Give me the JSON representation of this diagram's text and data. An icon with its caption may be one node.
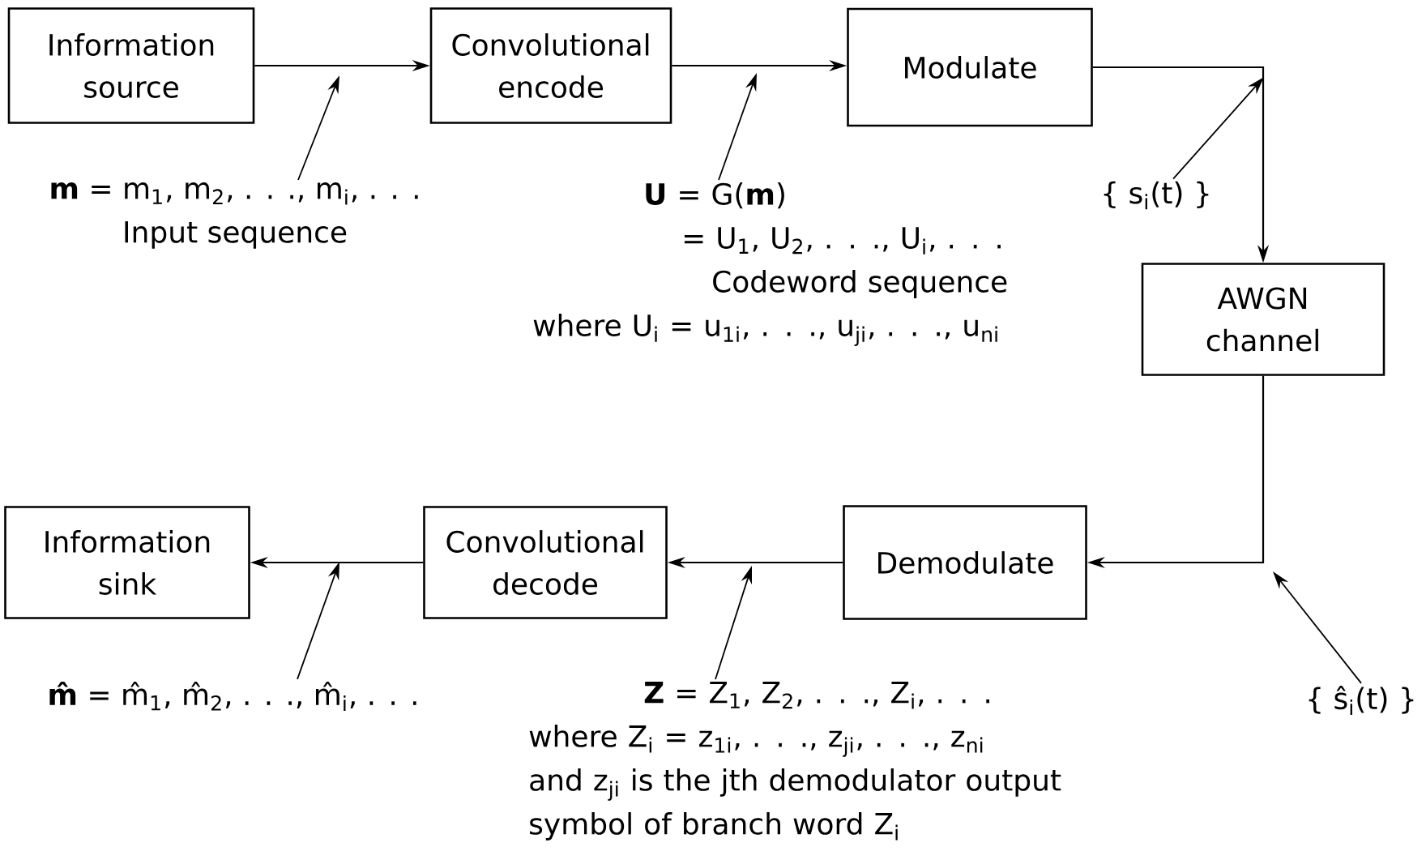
{
  "diagram": {
    "nodes": [
      {
        "text": [
          "Information source"
        ]
      },
      {
        "text": [
          "Convolutional encode"
        ]
      },
      {
        "text": [
          "Modulate"
        ]
      },
      {
        "text": [
          "AWGN channel"
        ]
      },
      {
        "text": [
          "Demodulate"
        ]
      },
      {
        "text": [
          "Convolutional decode"
        ]
      },
      {
        "text": [
          "Information sink"
        ]
      },
      {
        "text": [
          "**m** = m$_{1}$, m$_{2}$, . . ., m$_{i}$, . . .",
          "Input sequence"
        ]
      },
      {
        "text": [
          "**U** = G(**m**)",
          "= U$_{1}$, U$_{2}$, . . ., U$_{i}$, . . .",
          "Codeword sequence",
          "where U$_{i}$ = u$_{1i}$, . . ., u$_{ji}$, . . ., u$_{ni}$"
        ]
      },
      {
        "text": [
          "{ s$_{i}$(t) }"
        ]
      },
      {
        "text": [
          "{ ŝ$_{i}$(t) }"
        ]
      },
      {
        "text": [
          "**m̂** = m̂$_{1}$, m̂$_{2}$, . . ., m̂$_{i}$, . . ."
        ]
      },
      {
        "text": [
          "**Z** = Z$_{1}$, Z$_{2}$, . . ., Z$_{i}$, . . .",
          "where Z$_{i}$ = z$_{1i}$, . . ., z$_{ji}$, . . ., z$_{ni}$",
          "and z$_{ji}$ is the jth demodulator output symbol of branch word Z$_{i}$"
        ]
      }
    ],
    "edges": [
      {
        "from": 0,
        "to": 1,
        "arrow": "to"
      },
      {
        "from": 1,
        "to": 2,
        "arrow": "to"
      },
      {
        "from": 2,
        "to": 3,
        "arrow": "to"
      },
      {
        "from": 3,
        "to": 4,
        "arrow": "to"
      },
      {
        "from": 4,
        "to": 5,
        "arrow": "to"
      },
      {
        "from": 5,
        "to": 6,
        "arrow": "to"
      },
      {
        "from": 7,
        "to": null,
        "arrow": "to"
      },
      {
        "from": 8,
        "to": null,
        "arrow": "to"
      },
      {
        "from": 9,
        "to": null,
        "arrow": "to"
      },
      {
        "from": 10,
        "to": null,
        "arrow": "to"
      },
      {
        "from": 11,
        "to": null,
        "arrow": "to"
      },
      {
        "from": 12,
        "to": null,
        "arrow": "to"
      }
    ]
  }
}
